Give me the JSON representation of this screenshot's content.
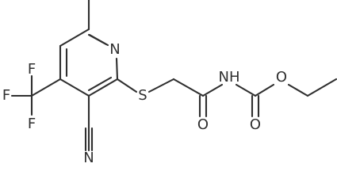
{
  "molecule": {
    "atoms": {
      "n_ring": "N",
      "s_thio": "S",
      "nh_amide": "NH",
      "o_amide": "O",
      "o_carbamate_carbonyl": "O",
      "o_ester": "O",
      "n_nitrile": "N",
      "f_left": "F",
      "f_mid": "F",
      "f_bottom": "F"
    }
  }
}
